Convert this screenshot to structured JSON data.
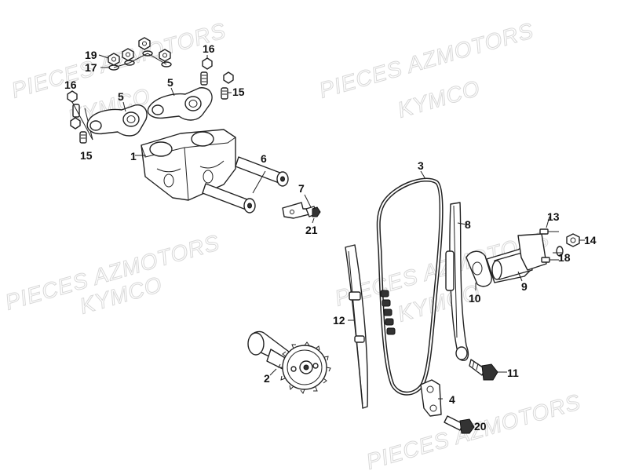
{
  "watermark": {
    "line1": "PIECES AZMOTORS",
    "line2": "KYMCO"
  },
  "callouts": {
    "c1": "1",
    "c2": "2",
    "c3": "3",
    "c4": "4",
    "c5a": "5",
    "c5b": "5",
    "c6": "6",
    "c7": "7",
    "c8": "8",
    "c9": "9",
    "c10": "10",
    "c11": "11",
    "c12": "12",
    "c13": "13",
    "c14": "14",
    "c15a": "15",
    "c15b": "15",
    "c16a": "16",
    "c16b": "16",
    "c17": "17",
    "c18": "18",
    "c19": "19",
    "c20": "20",
    "c21": "21"
  }
}
